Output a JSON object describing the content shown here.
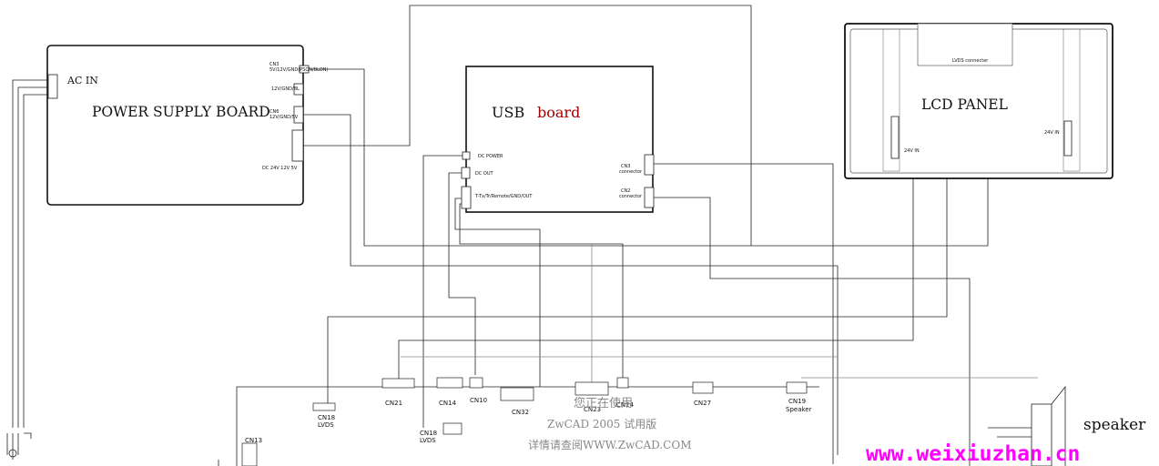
{
  "boards": {
    "power_supply": {
      "title": "POWER SUPPLY BOARD",
      "ac_in": "AC IN",
      "cn3": "CN3",
      "cn3_sub": "5V/12V/GND(PSON/BLON)",
      "mid_sub": "12V/GND/BL",
      "cn6": "CN6",
      "cn6_sub": "12V/GND/5V",
      "bottom": "DC 24V 12V 5V"
    },
    "usb": {
      "title_a": "USB",
      "title_b": "board",
      "title_b_color": "#a30000",
      "dc_power": "DC POWER",
      "dc_out": "DC OUT",
      "t_line": "T-Tx/Tr/Remote/GND/OUT",
      "cn3": "CN3",
      "cn3_sub": "connector",
      "cn2": "CN2",
      "cn2_sub": "connector"
    },
    "lcd": {
      "title": "LCD PANEL",
      "lvds": "LVDS connecter",
      "in_left": "24V IN",
      "in_right": "24V IN"
    }
  },
  "connectors": {
    "cn18_top": "CN18",
    "cn18_top_sub": "LVDS",
    "cn21": "CN21",
    "cn14": "CN14",
    "cn10": "CN10",
    "cn32": "CN32",
    "cn23": "CN23",
    "cn24": "CN24",
    "cn27": "CN27",
    "cn19": "CN19",
    "cn19_sub": "Speaker",
    "cn18_low": "CN18",
    "cn18_low_sub": "LVDS",
    "cn13": "CN13"
  },
  "watermark": {
    "line1": "您正在使用",
    "line2": "ZwCAD 2005 试用版",
    "line3": "详情请查阅WWW.ZwCAD.COM"
  },
  "speaker_label": "speaker",
  "site": {
    "text": "www.weixiuzhan.cn",
    "color": "#ff00ff"
  }
}
